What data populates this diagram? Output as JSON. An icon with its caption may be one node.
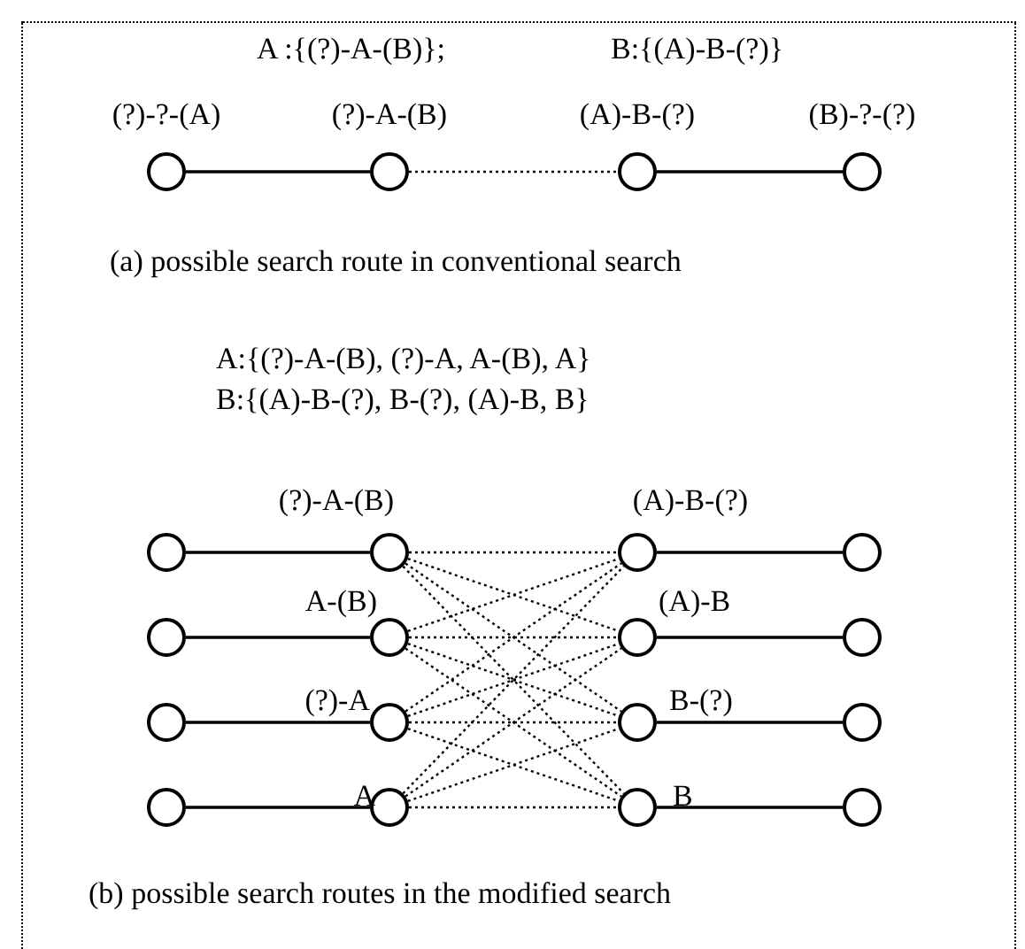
{
  "diagram": {
    "nodes": [
      {
        "text": [],
        "shape": "circle",
        "beside": [
          "(?)-?-(A)"
        ]
      },
      {
        "text": [],
        "shape": "circle",
        "beside": [
          "(?)-A-(B)"
        ]
      },
      {
        "text": [],
        "shape": "circle",
        "beside": [
          "(A)-B-(?)"
        ]
      },
      {
        "text": [],
        "shape": "circle",
        "beside": [
          "(B)-?-(?)"
        ]
      },
      {
        "text": [],
        "shape": "circle"
      },
      {
        "text": [],
        "shape": "circle",
        "beside": [
          "(?)-A-(B)"
        ]
      },
      {
        "text": [],
        "shape": "circle",
        "beside": [
          "(A)-B-(?)"
        ]
      },
      {
        "text": [],
        "shape": "circle"
      },
      {
        "text": [],
        "shape": "circle"
      },
      {
        "text": [],
        "shape": "circle",
        "beside": [
          "A-(B)"
        ]
      },
      {
        "text": [],
        "shape": "circle",
        "beside": [
          "(A)-B"
        ]
      },
      {
        "text": [],
        "shape": "circle"
      },
      {
        "text": [],
        "shape": "circle"
      },
      {
        "text": [],
        "shape": "circle",
        "beside": [
          "(?)-A"
        ]
      },
      {
        "text": [],
        "shape": "circle",
        "beside": [
          "B-(?)"
        ]
      },
      {
        "text": [],
        "shape": "circle"
      },
      {
        "text": [],
        "shape": "circle"
      },
      {
        "text": [],
        "shape": "circle",
        "beside": [
          "A"
        ]
      },
      {
        "text": [],
        "shape": "circle",
        "beside": [
          "B"
        ]
      },
      {
        "text": [],
        "shape": "circle"
      }
    ],
    "edges": [
      {
        "from": 0,
        "to": 1,
        "arrow": "none"
      },
      {
        "from": 1,
        "to": 2,
        "arrow": "none",
        "style": "dashed"
      },
      {
        "from": 2,
        "to": 3,
        "arrow": "none"
      },
      {
        "from": 4,
        "to": 5,
        "arrow": "none"
      },
      {
        "from": 6,
        "to": 7,
        "arrow": "none"
      },
      {
        "from": 8,
        "to": 9,
        "arrow": "none"
      },
      {
        "from": 10,
        "to": 11,
        "arrow": "none"
      },
      {
        "from": 12,
        "to": 13,
        "arrow": "none"
      },
      {
        "from": 14,
        "to": 15,
        "arrow": "none"
      },
      {
        "from": 16,
        "to": 17,
        "arrow": "none"
      },
      {
        "from": 18,
        "to": 19,
        "arrow": "none"
      },
      {
        "from": 5,
        "to": 6,
        "arrow": "none",
        "style": "dashed"
      },
      {
        "from": 5,
        "to": 10,
        "arrow": "none",
        "style": "dashed"
      },
      {
        "from": 5,
        "to": 14,
        "arrow": "none",
        "style": "dashed"
      },
      {
        "from": 5,
        "to": 18,
        "arrow": "none",
        "style": "dashed"
      },
      {
        "from": 9,
        "to": 6,
        "arrow": "none",
        "style": "dashed"
      },
      {
        "from": 9,
        "to": 10,
        "arrow": "none",
        "style": "dashed"
      },
      {
        "from": 9,
        "to": 14,
        "arrow": "none",
        "style": "dashed"
      },
      {
        "from": 9,
        "to": 18,
        "arrow": "none",
        "style": "dashed"
      },
      {
        "from": 13,
        "to": 6,
        "arrow": "none",
        "style": "dashed"
      },
      {
        "from": 13,
        "to": 10,
        "arrow": "none",
        "style": "dashed"
      },
      {
        "from": 13,
        "to": 14,
        "arrow": "none",
        "style": "dashed"
      },
      {
        "from": 13,
        "to": 18,
        "arrow": "none",
        "style": "dashed"
      },
      {
        "from": 17,
        "to": 6,
        "arrow": "none",
        "style": "dashed"
      },
      {
        "from": 17,
        "to": 10,
        "arrow": "none",
        "style": "dashed"
      },
      {
        "from": 17,
        "to": 14,
        "arrow": "none",
        "style": "dashed"
      },
      {
        "from": 17,
        "to": 18,
        "arrow": "none",
        "style": "dashed"
      }
    ],
    "labels": [
      "A :{(?)-A-(B)};",
      "B:{(A)-B-(?)}",
      "(a) possible search route in conventional search",
      "A:{(?)-A-(B), (?)-A, A-(B), A}",
      "B:{(A)-B-(?), B-(?), (A)-B, B}",
      "(b) possible search routes in the modified search"
    ]
  }
}
